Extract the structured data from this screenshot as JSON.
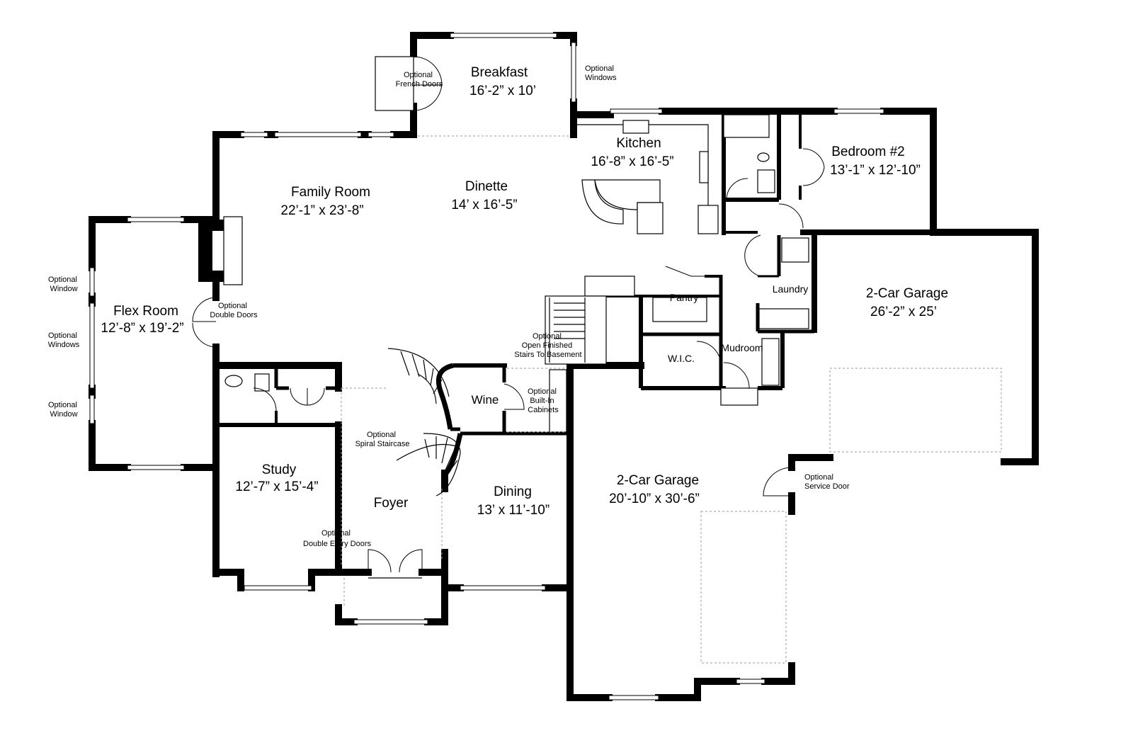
{
  "rooms": {
    "breakfast": {
      "name": "Breakfast",
      "dim": "16’-2” x 10’"
    },
    "kitchen": {
      "name": "Kitchen",
      "dim": "16’-8” x 16’-5”"
    },
    "bedroom2": {
      "name": "Bedroom #2",
      "dim": "13’-1” x 12’-10”"
    },
    "family": {
      "name": "Family Room",
      "dim": "22’-1” x 23’-8”"
    },
    "dinette": {
      "name": "Dinette",
      "dim": "14’ x 16’-5”"
    },
    "flex": {
      "name": "Flex Room",
      "dim": "12’-8” x 19’-2”"
    },
    "garage2": {
      "name": "2-Car Garage",
      "dim": "26’-2” x 25’"
    },
    "garage1": {
      "name": "2-Car Garage",
      "dim": "20’-10” x 30’-6”"
    },
    "study": {
      "name": "Study",
      "dim": "12’-7” x 15’-4”"
    },
    "dining": {
      "name": "Dining",
      "dim": "13’ x 11’-10”"
    },
    "foyer": {
      "name": "Foyer"
    },
    "wine": {
      "name": "Wine"
    },
    "pantry": {
      "name": "Pantry"
    },
    "laundry": {
      "name": "Laundry"
    },
    "mudroom": {
      "name": "Mudroom"
    },
    "wic": {
      "name": "W.I.C."
    }
  },
  "notes": {
    "french_doors": [
      "Optional",
      "French Doors"
    ],
    "breakfast_windows": [
      "Optional",
      "Windows"
    ],
    "flex_window_top": [
      "Optional",
      "Window"
    ],
    "flex_windows_mid": [
      "Optional",
      "Windows"
    ],
    "flex_window_bottom": [
      "Optional",
      "Window"
    ],
    "double_doors": [
      "Optional",
      "Double Doors"
    ],
    "stairs_basement": [
      "Optional",
      "Open Finished",
      "Stairs To Basement"
    ],
    "builtin_cabinets": [
      "Optional",
      "Built-In",
      "Cabinets"
    ],
    "spiral_staircase": [
      "Optional",
      "Spiral Staircase"
    ],
    "entry_doors": [
      "Optional",
      "Double Entry Doors"
    ],
    "service_door": [
      "Optional",
      "Service Door"
    ]
  }
}
